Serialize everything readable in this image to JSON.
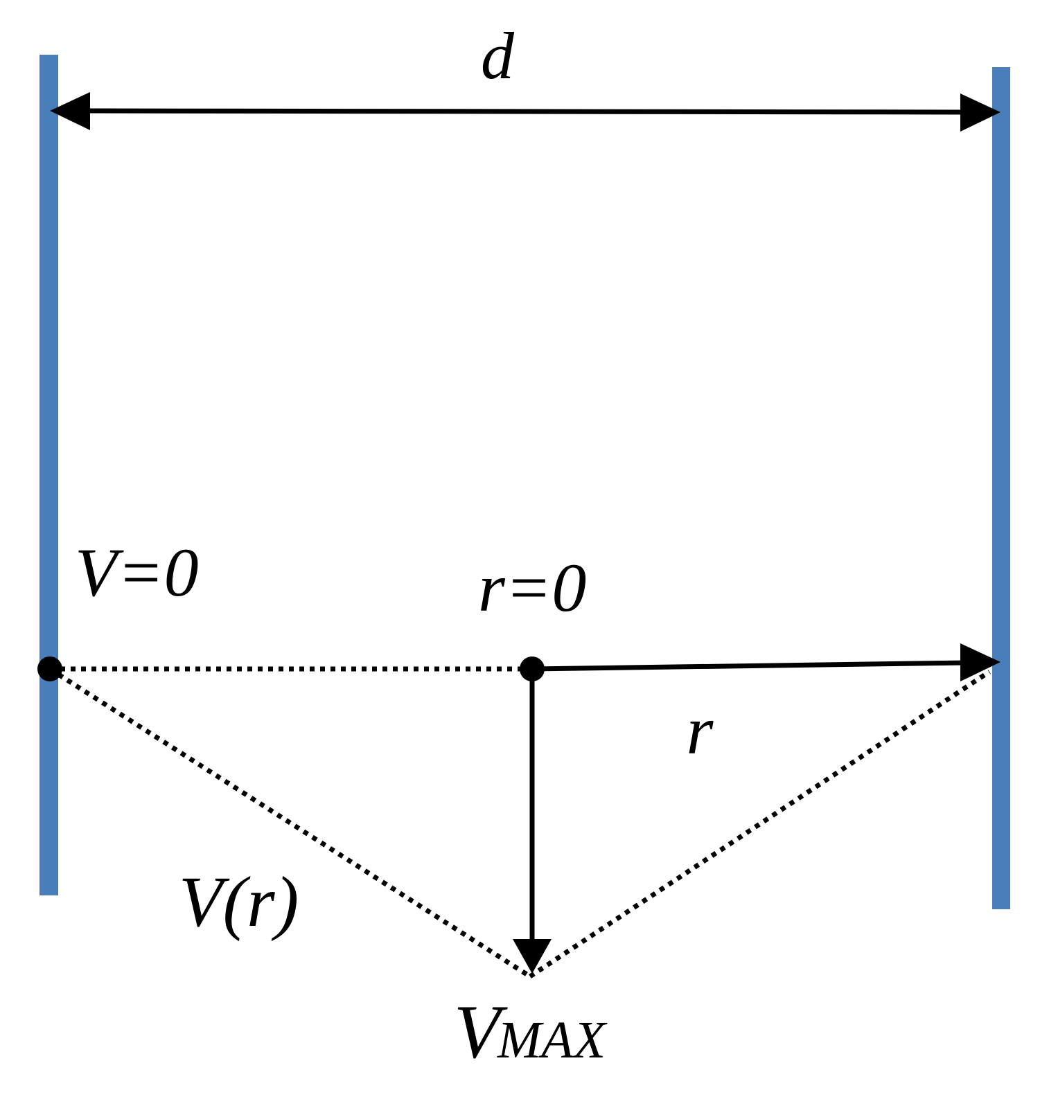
{
  "colors": {
    "plate": "#4a7ebb",
    "line": "#000000",
    "background": "#ffffff"
  },
  "labels": {
    "distance": "d",
    "wall_potential": "V=0",
    "center": "r=0",
    "radius": "r",
    "profile": "V(r)",
    "max_main": "V",
    "max_sub": "MAX"
  }
}
